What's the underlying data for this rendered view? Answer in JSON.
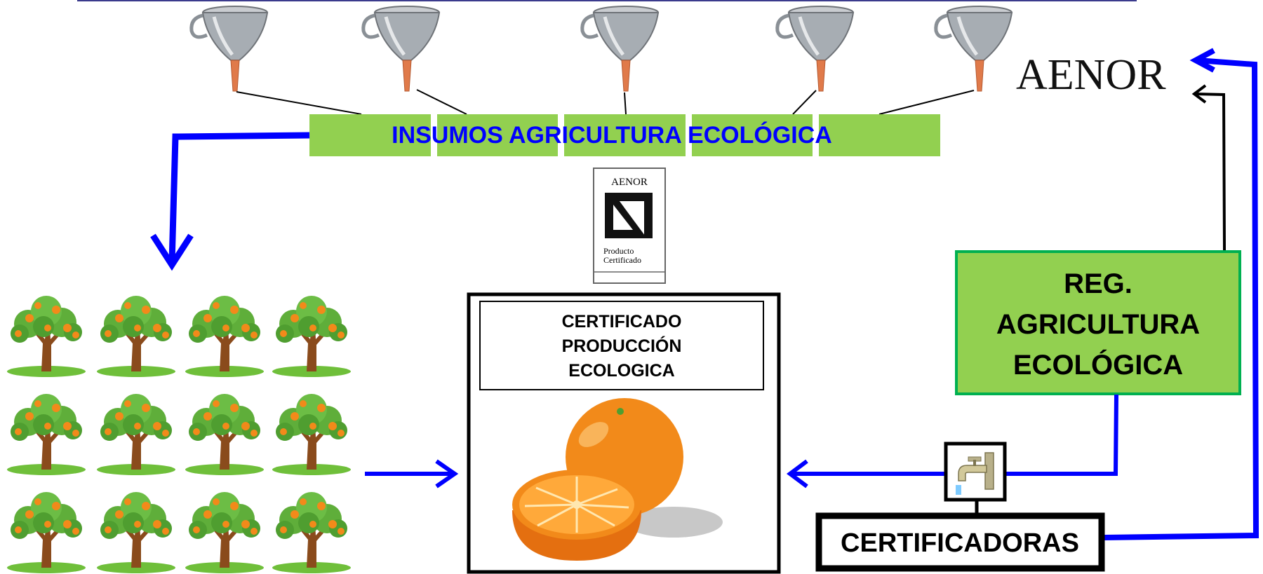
{
  "banner": {
    "text": "INSUMOS AGRICULTURA ECOLÓGICA",
    "fill": "#92d050",
    "text_color": "#0000ff"
  },
  "aenor_logo": {
    "text": "AENOR"
  },
  "certificate_badge": {
    "brand": "AENOR",
    "line1": "Producto",
    "line2": "Certificado"
  },
  "certificate_box": {
    "lines": [
      "CERTIFICADO",
      "PRODUCCIÓN",
      "ECOLOGICA"
    ]
  },
  "registry_box": {
    "lines": [
      "REG.",
      "AGRICULTURA",
      "ECOLÓGICA"
    ],
    "fill": "#92d050",
    "border": "#00b050"
  },
  "certifiers_box": {
    "text": "CERTIFICADORAS"
  },
  "icons": {
    "funnel": "funnel-icon",
    "tree": "orange-tree-icon",
    "orange": "orange-fruit-icon",
    "tap": "water-tap-icon",
    "badge_symbol": "aenor-n-symbol-icon"
  },
  "colors": {
    "arrow_blue": "#0000ff",
    "line_black": "#000000",
    "orange": "#f28a1a",
    "funnel_metal": "#9aa0a6",
    "funnel_spout": "#e07a4a"
  }
}
